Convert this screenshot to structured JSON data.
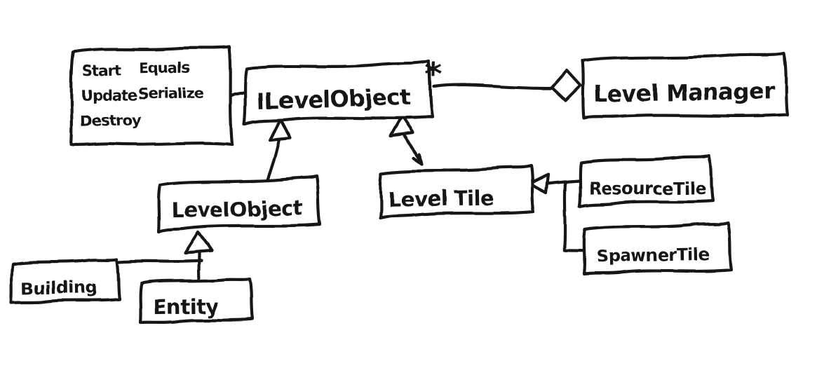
{
  "colors": {
    "ink": "#141414",
    "paper": "#ffffff"
  },
  "methods_note": {
    "column1": [
      "Start",
      "Update",
      "Destroy"
    ],
    "column2": [
      "Equals",
      "Serialize"
    ]
  },
  "classes": {
    "ilevel_object": "ILevelObject",
    "level_manager": "Level Manager",
    "level_object": "LevelObject",
    "level_tile": "Level Tile",
    "resource_tile": "ResourceTile",
    "spawner_tile": "SpawnerTile",
    "building": "Building",
    "entity": "Entity"
  },
  "relations": {
    "aggregation_multiplicity": "*"
  }
}
